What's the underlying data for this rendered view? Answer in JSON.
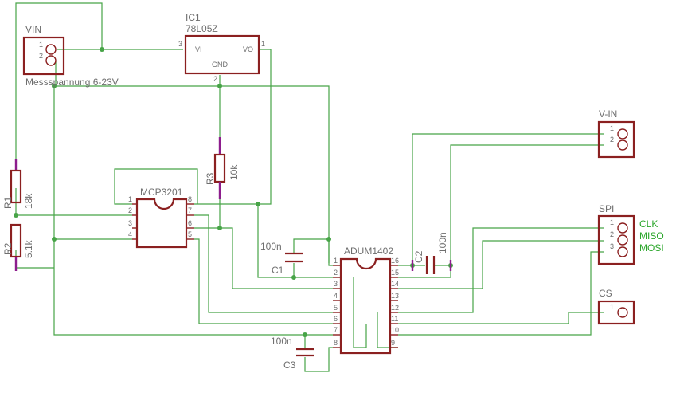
{
  "ic1": {
    "name": "IC1",
    "value": "78L05Z",
    "vi": "VI",
    "vo": "VO",
    "gnd": "GND",
    "pin1": "1",
    "pin2": "2",
    "pin3": "3"
  },
  "vin": {
    "name": "VIN",
    "pin1": "1",
    "pin2": "2",
    "note": "Messspannung 6-23V"
  },
  "mcp": {
    "name": "MCP3201",
    "p1": "1",
    "p2": "2",
    "p3": "3",
    "p4": "4",
    "p5": "5",
    "p6": "6",
    "p7": "7",
    "p8": "8"
  },
  "adum": {
    "name": "ADUM1402",
    "left": [
      "1",
      "2",
      "3",
      "4",
      "5",
      "6",
      "7",
      "8"
    ],
    "right": [
      "16",
      "15",
      "14",
      "13",
      "12",
      "11",
      "10",
      "9"
    ]
  },
  "r1": {
    "name": "R1",
    "value": "18k"
  },
  "r2": {
    "name": "R2",
    "value": "5.1k"
  },
  "r3": {
    "name": "R3",
    "value": "10k"
  },
  "c1": {
    "name": "C1",
    "value": "100n"
  },
  "c2": {
    "name": "C2",
    "value": "100n"
  },
  "c3": {
    "name": "C3",
    "value": "100n"
  },
  "vin_conn": {
    "name": "V-IN",
    "pin1": "1",
    "pin2": "2"
  },
  "spi": {
    "name": "SPI",
    "pin1": "1",
    "pin2": "2",
    "pin3": "3",
    "clk": "CLK",
    "miso": "MISO",
    "mosi": "MOSI"
  },
  "cs": {
    "name": "CS",
    "pin1": "1"
  }
}
